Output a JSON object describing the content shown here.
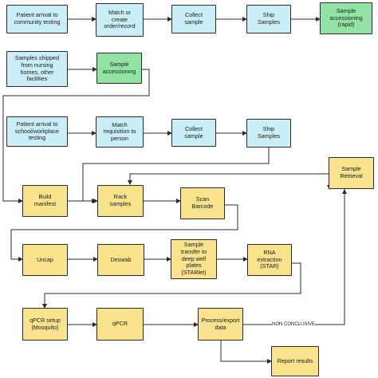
{
  "nodes": {
    "patient_arrival_community": "Patient arrival to\ncommunity testing",
    "match_create_order": "Match or\ncreate\norder/record",
    "collect_sample_1": "Collect\nsample",
    "ship_samples_1": "Ship\nSamples",
    "sample_accessioning_rapid": "Sample\naccessioning\n(rapid)",
    "samples_shipped_nursing": "Samples shipped\nfrom nursing\nhomes, other\nfacilities",
    "sample_accessioning": "Sample\naccessioning",
    "patient_arrival_school": "Patient arrival to\nschool/workplace\ntesting",
    "match_requisition": "Match\nrequisition to\nperson",
    "collect_sample_2": "Collect\nsample",
    "ship_samples_2": "Ship\nSamples",
    "sample_retrieval": "Sample\nRetrieval",
    "build_manifest": "Build\nmanifest",
    "rack_samples": "Rack\nsamples",
    "scan_barcode": "Scan\nBarcode",
    "uncap": "Uncap",
    "deswab": "Deswab",
    "sample_transfer": "Sample\ntransfer to\ndeep well\nplates\n(STARlet)",
    "rna_extraction": "RNA\nextraction\n(STAR)",
    "qpcr_setup": "qPCR setup\n(Mosquito)",
    "qpcr": "qPCR",
    "process_export": "Process/export\ndata",
    "report_results": "Report results"
  },
  "edge_labels": {
    "non_conclusive": "NON CONCLUSIVE"
  },
  "colors": {
    "intake": "#c9eef7",
    "accessioning": "#93e3a6",
    "lab": "#f9e38c",
    "stroke": "#2b2b2b"
  }
}
